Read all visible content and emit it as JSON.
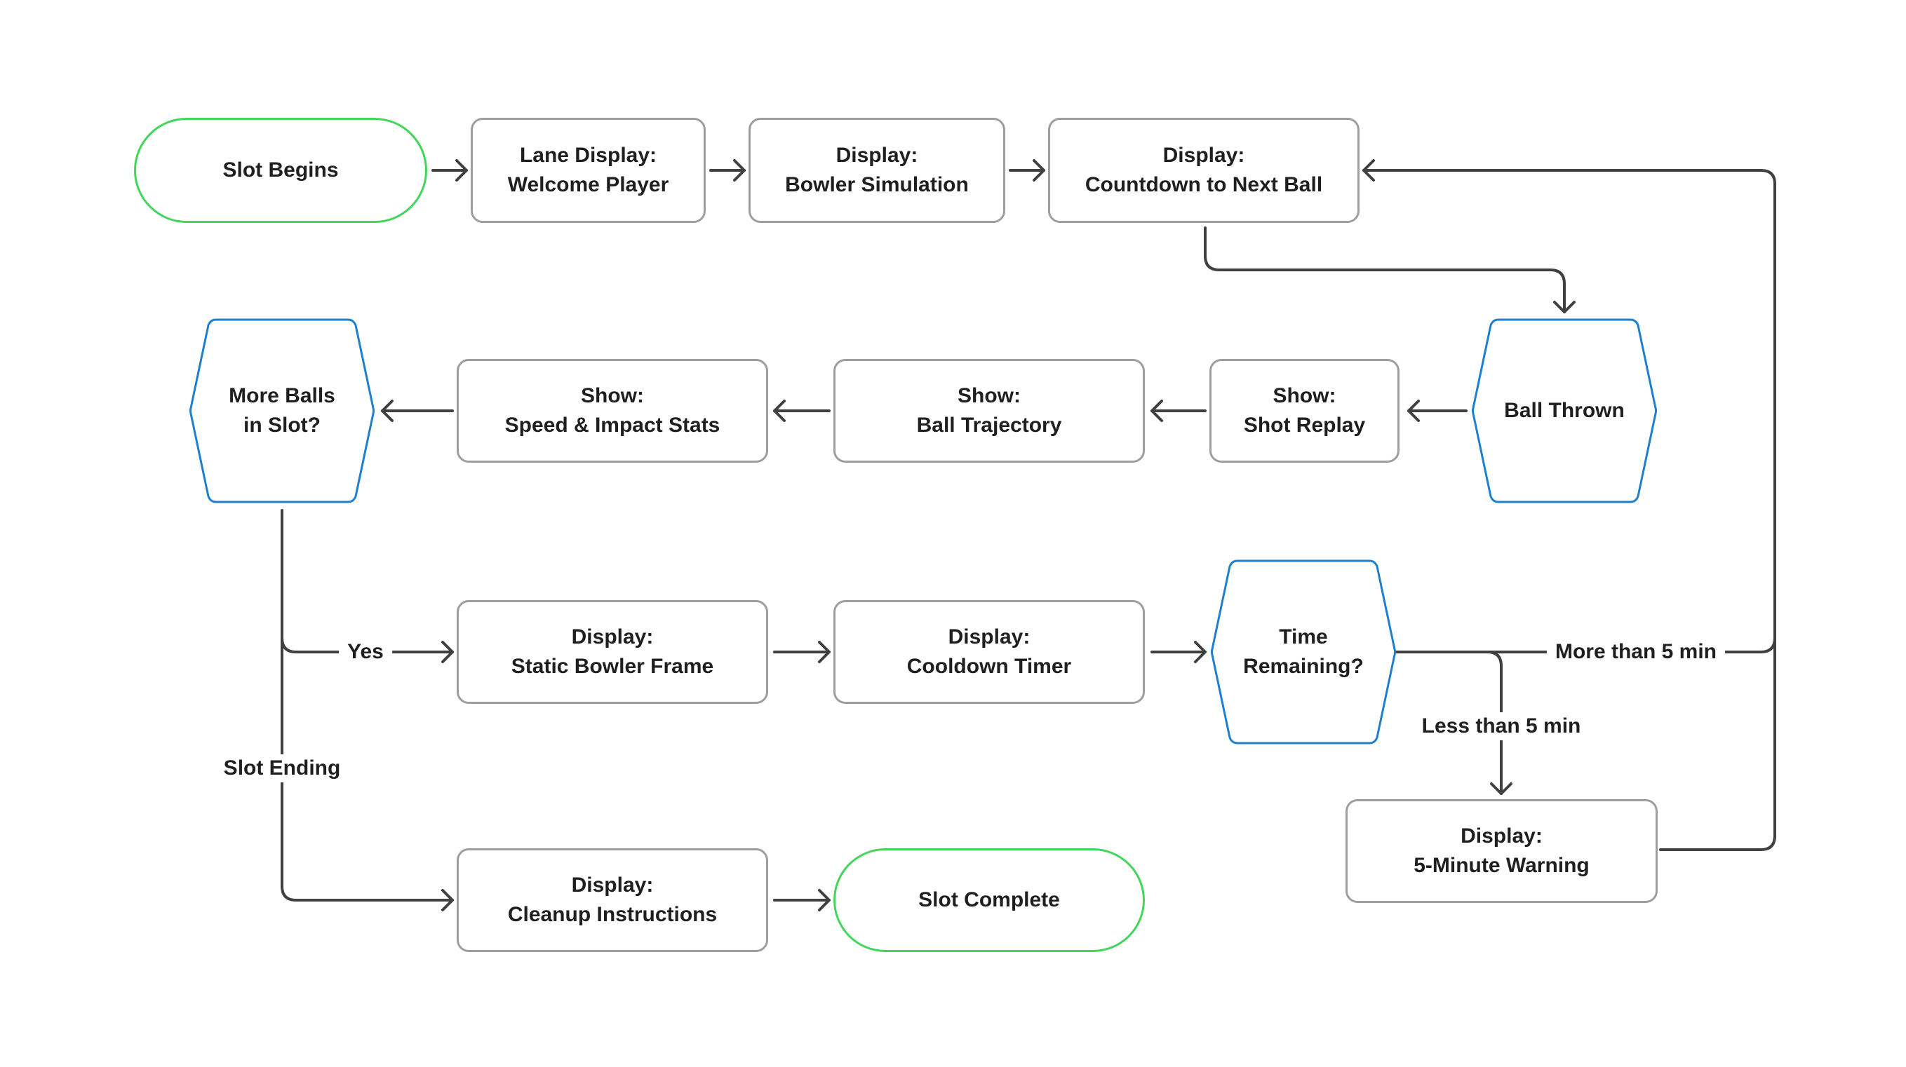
{
  "colors": {
    "process_border": "#9e9e9e",
    "terminal_border": "#43d65c",
    "decision_border": "#1e7fd1",
    "edge": "#404040",
    "text": "#1f1f1f"
  },
  "nodes": {
    "slot_begins": {
      "line1": "Slot Begins"
    },
    "welcome": {
      "line1": "Lane Display:",
      "line2": "Welcome Player"
    },
    "bowler_sim": {
      "line1": "Display:",
      "line2": "Bowler Simulation"
    },
    "countdown": {
      "line1": "Display:",
      "line2": "Countdown to Next Ball"
    },
    "ball_thrown": {
      "line1": "Ball Thrown"
    },
    "shot_replay": {
      "line1": "Show:",
      "line2": "Shot Replay"
    },
    "trajectory": {
      "line1": "Show:",
      "line2": "Ball Trajectory"
    },
    "speed_stats": {
      "line1": "Show:",
      "line2": "Speed & Impact Stats"
    },
    "more_balls": {
      "line1": "More Balls",
      "line2": "in Slot?"
    },
    "static_frame": {
      "line1": "Display:",
      "line2": "Static Bowler Frame"
    },
    "cooldown": {
      "line1": "Display:",
      "line2": "Cooldown Timer"
    },
    "time_remaining": {
      "line1": "Time",
      "line2": "Remaining?"
    },
    "warning": {
      "line1": "Display:",
      "line2": "5-Minute Warning"
    },
    "cleanup": {
      "line1": "Display:",
      "line2": "Cleanup Instructions"
    },
    "slot_complete": {
      "line1": "Slot Complete"
    }
  },
  "edge_labels": {
    "yes": "Yes",
    "slot_ending": "Slot Ending",
    "more_than_5": "More than 5 min",
    "less_than_5": "Less than 5 min"
  }
}
